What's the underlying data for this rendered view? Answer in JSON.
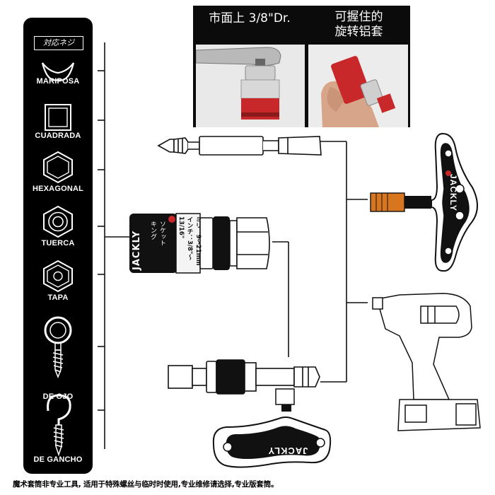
{
  "panel": {
    "title": "対応ネジ",
    "items": [
      {
        "label": "MARIPOSA",
        "icon": "butterfly-nut-icon"
      },
      {
        "label": "CUADRADA",
        "icon": "square-nut-icon"
      },
      {
        "label": "HEXAGONAL",
        "icon": "hexagon-nut-icon"
      },
      {
        "label": "TUERCA",
        "icon": "hex-nut-icon"
      },
      {
        "label": "TAPA",
        "icon": "cap-nut-icon"
      },
      {
        "label": "DE OJO",
        "icon": "eye-screw-icon"
      },
      {
        "label": "DE GANCHO",
        "icon": "hook-screw-icon"
      }
    ]
  },
  "photos": {
    "left_caption": "市面上 3/8\"Dr.",
    "right_caption_line1": "可握住的",
    "right_caption_line2": "旋转铝套"
  },
  "socket": {
    "brand": "JACKLY",
    "jp_label": "ソケット\nキング",
    "mm_range": "ミリ：9〜21mm",
    "inch_range": "インチ：3/8\"〜13/16\""
  },
  "handle_brand": "JACKLY",
  "footnote": "魔术套筒非专业工具, 适用于特殊螺丝与临时时使用,专业维修请选择,专业版套筒。",
  "colors": {
    "panel": "#000000",
    "accent_orange": "#d7761e",
    "accent_red": "#c8282a"
  }
}
